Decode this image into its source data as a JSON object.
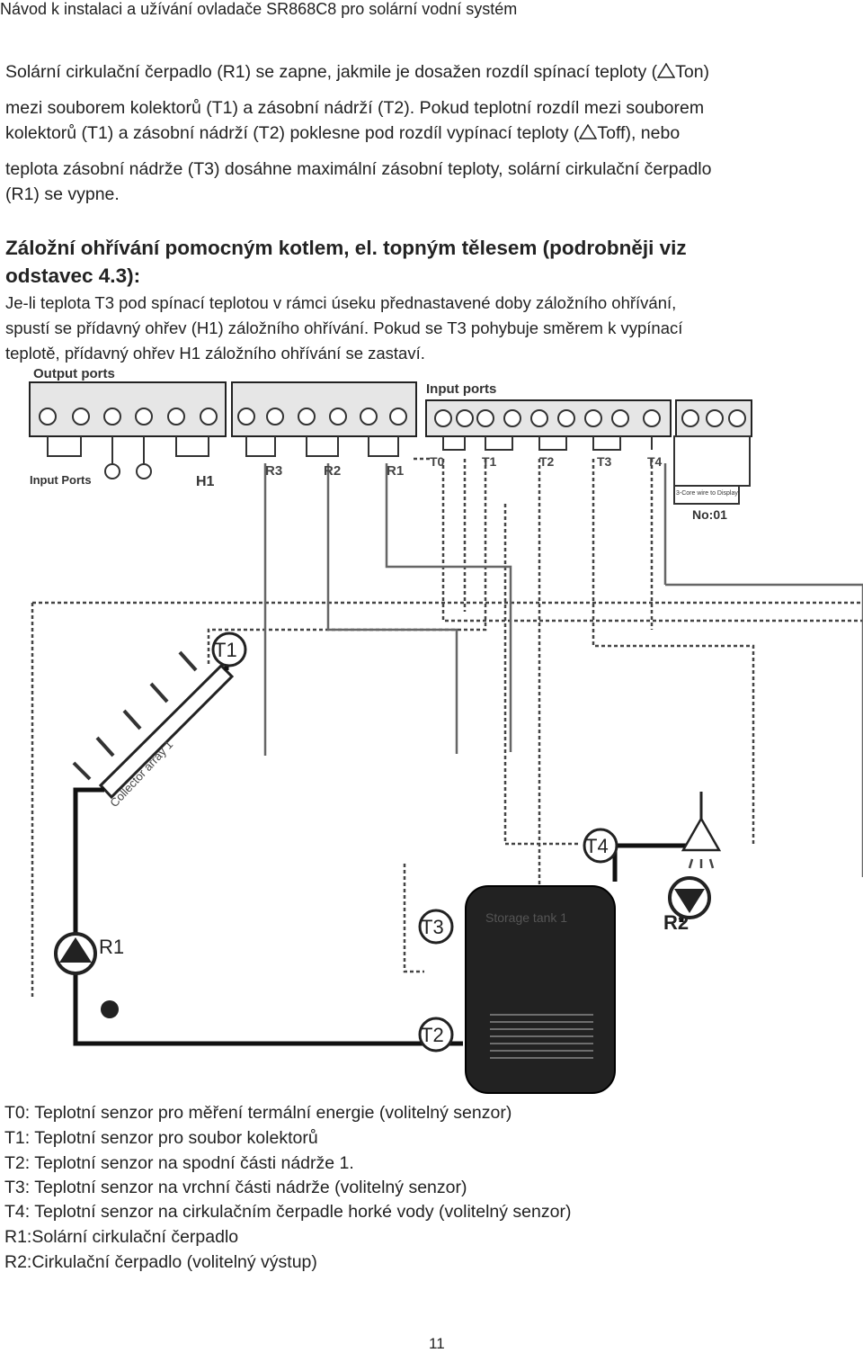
{
  "header": "Návod k instalaci a užívání ovladače SR868C8 pro solární vodní systém",
  "intro": {
    "l1a": "Solární cirkulační čerpadlo (R1) se zapne, jakmile je dosažen rozdíl spínací teploty (",
    "l1b": "Ton)",
    "l2": "mezi souborem kolektorů  (T1) a zásobní nádrží (T2). Pokud teplotní rozdíl mezi souborem",
    "l3a": "kolektorů (T1) a zásobní nádrží (T2) poklesne pod rozdíl vypínací teploty (",
    "l3b": "Toff), nebo",
    "l4": "teplota zásobní nádrže (T3) dosáhne maximální zásobní teploty, solární cirkulační čerpadlo",
    "l5": "(R1) se vypne."
  },
  "section": {
    "heading_l1": "Záložní ohřívání pomocným kotlem, el. topným tělesem (podrobněji viz",
    "heading_l2": "odstavec 4.3):",
    "p1": "Je-li teplota T3 pod spínací teplotou v rámci úseku přednastavené doby záložního ohřívání,",
    "p2": "spustí se přídavný ohřev (H1) záložního ohřívání. Pokud se T3 pohybuje směrem k vypínací",
    "p3": "teplotě, přídavný ohřev H1 záložního ohřívání se zastaví."
  },
  "diagram": {
    "output_ports": "Output ports",
    "input_ports": "Input ports",
    "input_ports_left": "Input Ports",
    "h1": "H1",
    "r3": "R3",
    "r2": "R2",
    "r1": "R1",
    "t0": "T0",
    "t1": "T1",
    "t2": "T2",
    "t3": "T3",
    "t4": "T4",
    "cable": "3-Core wire to Display",
    "no": "No:01",
    "collector": "Collector array 1",
    "tank": "Storage tank 1",
    "sensor_t1": "T1",
    "sensor_t2": "T2",
    "sensor_t3": "T3",
    "sensor_t4": "T4",
    "pump_r1": "R1",
    "pump_r2": "R2"
  },
  "legend": [
    "T0: Teplotní senzor pro měření termální energie (volitelný senzor)",
    "T1: Teplotní senzor pro soubor kolektorů",
    "T2: Teplotní senzor na spodní části nádrže 1.",
    "T3: Teplotní senzor na vrchní části nádrže (volitelný senzor)",
    "T4: Teplotní senzor na cirkulačním čerpadle horké vody (volitelný senzor)",
    "R1:Solární cirkulační čerpadlo",
    "R2:Cirkulační čerpadlo (volitelný výstup)"
  ],
  "page_number": "11"
}
